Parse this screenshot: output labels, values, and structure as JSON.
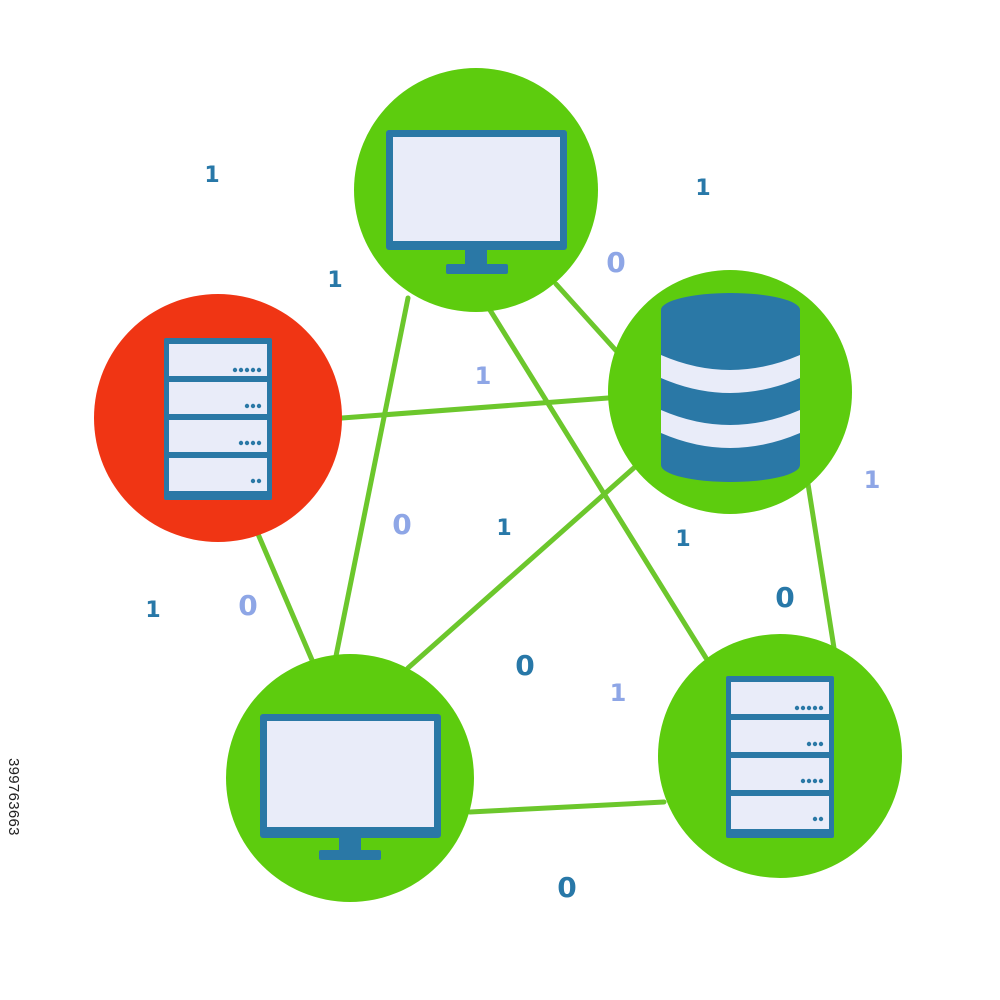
{
  "colors": {
    "node_green": "#5dcc0e",
    "node_red": "#f03514",
    "link_green": "#6cc72c",
    "device_blue": "#2a78a6",
    "screen_fill": "#e9ecf9",
    "bit_dark": "#2878a8",
    "bit_light": "#8ea6e6"
  },
  "nodes": [
    {
      "id": "top-monitor",
      "icon": "monitor-icon",
      "color": "green"
    },
    {
      "id": "server-left",
      "icon": "server-rack-icon",
      "color": "red"
    },
    {
      "id": "database",
      "icon": "database-icon",
      "color": "green"
    },
    {
      "id": "bottom-monitor",
      "icon": "monitor-icon",
      "color": "green"
    },
    {
      "id": "server-right",
      "icon": "server-rack-icon",
      "color": "green"
    }
  ],
  "links": [
    [
      "top-monitor",
      "database"
    ],
    [
      "top-monitor",
      "bottom-monitor"
    ],
    [
      "top-monitor",
      "server-right"
    ],
    [
      "server-left",
      "database"
    ],
    [
      "server-left",
      "bottom-monitor"
    ],
    [
      "database",
      "bottom-monitor"
    ],
    [
      "database",
      "server-right"
    ],
    [
      "bottom-monitor",
      "server-right"
    ]
  ],
  "bits": [
    "1",
    "1",
    "1",
    "0",
    "1",
    "1",
    "0",
    "1",
    "1",
    "1",
    "0",
    "0",
    "0",
    "1",
    "0"
  ],
  "stock_id": "399763663"
}
